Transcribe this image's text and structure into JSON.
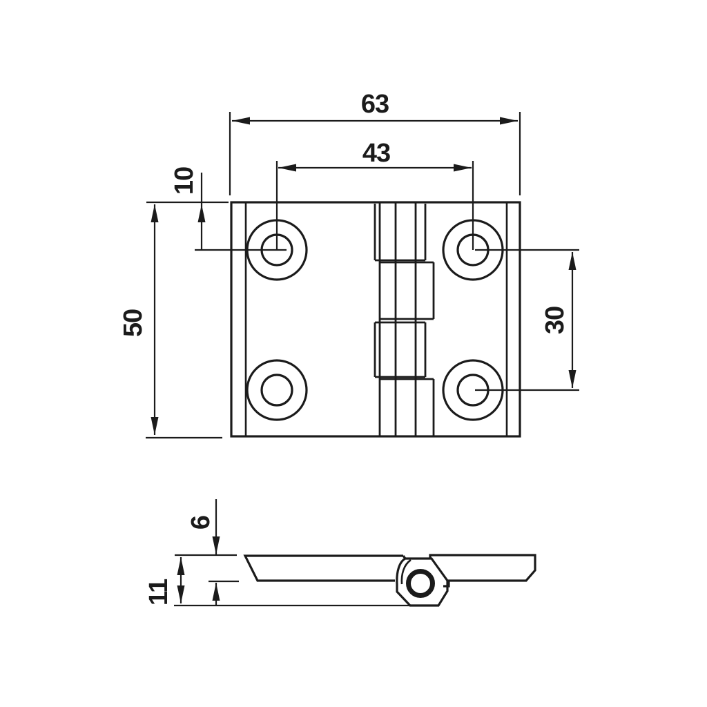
{
  "drawing": {
    "kind": "hinge-dimension-drawing",
    "colors": {
      "line": "#1b1b1b",
      "background": "#ffffff"
    }
  },
  "dimensions": {
    "overall_width": "63",
    "hole_pitch_horizontal": "43",
    "top_edge_to_hole": "10",
    "overall_height": "50",
    "hole_pitch_vertical": "30",
    "leaf_thickness": "6",
    "overall_thickness": "11"
  }
}
